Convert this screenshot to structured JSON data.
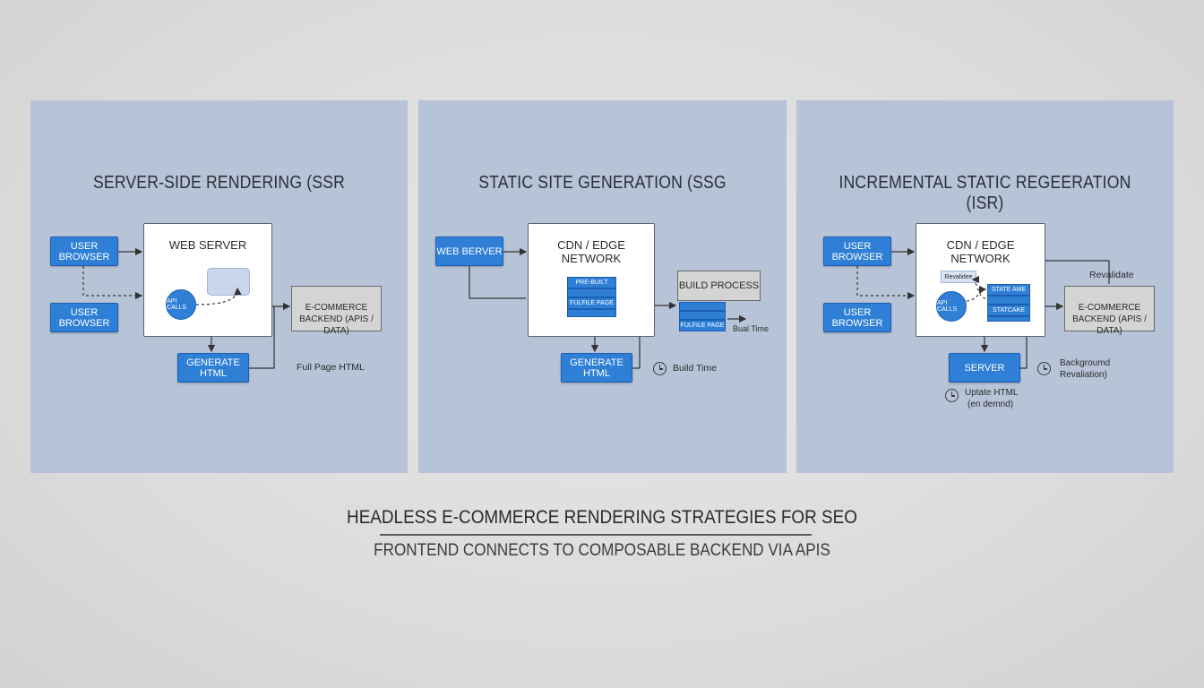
{
  "colors": {
    "panel_bg": "#b7c4d8",
    "page_bg": "#dcdcdc",
    "accent_blue": "#2f7fd6",
    "box_white": "#ffffff",
    "box_grey": "#d4d4d4"
  },
  "panels": [
    {
      "title": "SERVER-SIDE RENDERING (SSR",
      "browser_top": "USER BROWSER",
      "browser_bottom": "USER BROWSER",
      "server_title": "WEB SERVER",
      "circle_label": "API CALLS",
      "backend": "E-COMMERCE BACKEND (APIS / DATA)",
      "generate": "GENERATE HTML",
      "note": "Full Page HTML"
    },
    {
      "title": "STATIC SITE GENERATION (SSG",
      "browser": "WEB BERVER",
      "cdn_title": "CDN / EDGE NETWORK",
      "stack_labels": [
        "PRE-BUILT",
        "",
        "FULFILE PAGE"
      ],
      "build_process": "BUILD PROCESS",
      "build_stack_label": "FULFILE PAGE",
      "build_note": "Bual Time",
      "generate": "GENERATE HTML",
      "clock_note": "Build Time"
    },
    {
      "title": "INCREMENTAL STATIC REGEERATION (ISR)",
      "browser_top": "USER BROWSER",
      "browser_bottom": "USER BROWSER",
      "cdn_title": "CDN / EDGE NETWORK",
      "revalidate_tag": "Revalidee",
      "circle_label": "API CALLS",
      "stack_labels": [
        "STATE AME",
        "",
        "STATCAKE"
      ],
      "backend": "E-COMMERCE BACKEND (APIS / DATA)",
      "revalidate_note": "Revalidate",
      "server": "SERVER",
      "background_note_1": "Backgroumd",
      "background_note_2": "Revaliation)",
      "update_note_1": "Uptate HTML",
      "update_note_2": "(en demnd)"
    }
  ],
  "footer": {
    "title": "HEADLESS E-COMMERCE RENDERING STRATEGIES FOR SEO",
    "subtitle": "FRONTEND CONNECTS TO COMPOSABLE BACKEND VIA APIS"
  }
}
